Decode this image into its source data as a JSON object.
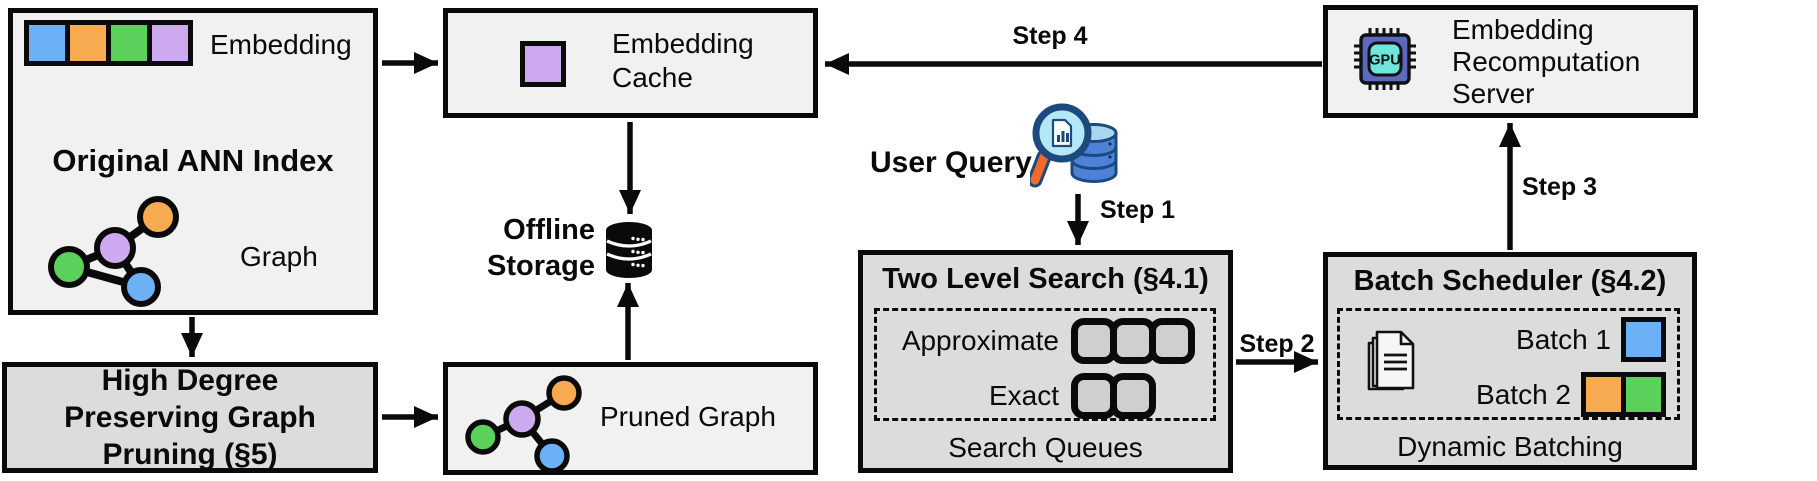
{
  "palette": {
    "blue": "#6cb1f5",
    "orange": "#f6ab51",
    "green": "#5bd05b",
    "purple": "#cda9f0",
    "box-light": "#f1f1f1",
    "box-dark": "#dcdcdc",
    "slot": "#cfcfcf",
    "gpu-body": "#5b6abf",
    "gpu-core": "#6fe6dc",
    "navy": "#1c4a7e",
    "db-blue": "#4d82d8",
    "db-blue-light": "#a9d7f2",
    "handle-orange": "#f4682c",
    "lens-blue": "#b5e8f7"
  },
  "ann_index": {
    "title": "Original ANN Index",
    "embedding_label": "Embedding",
    "graph_label": "Graph",
    "embedding_colors": [
      "#6cb1f5",
      "#f6ab51",
      "#5bd05b",
      "#cda9f0"
    ]
  },
  "embedding_cache": {
    "title": "Embedding Cache"
  },
  "recomputation_server": {
    "title": "Embedding Recomputation Server",
    "chip_label": "GPU"
  },
  "offline_storage": {
    "label": "Offline Storage"
  },
  "graph_pruning": {
    "title": "High Degree Preserving Graph Pruning (§5)"
  },
  "pruned_graph": {
    "label": "Pruned Graph"
  },
  "user_query": {
    "label": "User Query"
  },
  "two_level_search": {
    "title": "Two Level Search (§4.1)",
    "rows": [
      {
        "label": "Approximate",
        "queue_slots": 3
      },
      {
        "label": "Exact",
        "queue_slots": 2
      }
    ],
    "footer": "Search Queues"
  },
  "batch_scheduler": {
    "title": "Batch Scheduler (§4.2)",
    "rows": [
      {
        "label": "Batch 1",
        "colors": [
          "#6cb1f5"
        ]
      },
      {
        "label": "Batch 2",
        "colors": [
          "#f6ab51",
          "#5bd05b"
        ]
      }
    ],
    "footer": "Dynamic Batching"
  },
  "steps": {
    "s1": "Step 1",
    "s2": "Step 2",
    "s3": "Step 3",
    "s4": "Step 4"
  },
  "icons": {
    "user_query": "magnifier-database-icon",
    "server": "gpu-chip-icon",
    "offline_storage": "database-cylinder-icon",
    "batch_scheduler": "document-stack-icon"
  }
}
